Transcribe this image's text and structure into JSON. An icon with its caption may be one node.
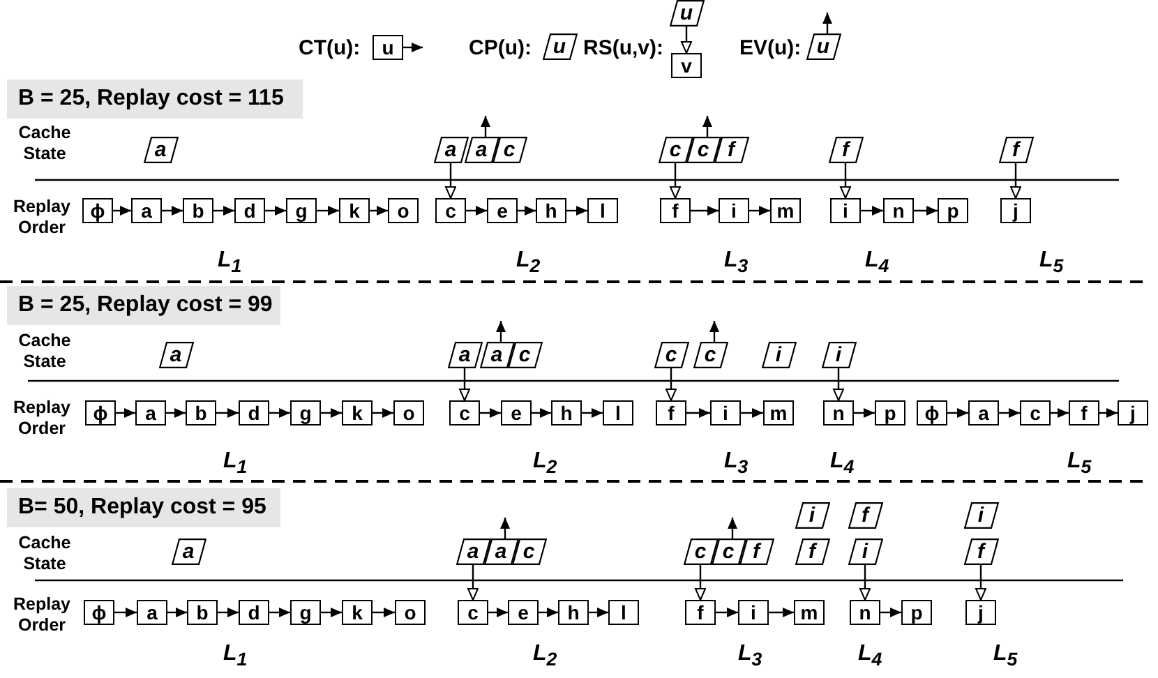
{
  "diagram": {
    "nodes": [
      {
        "text": [
          "u"
        ]
      },
      {
        "text": [
          "u"
        ]
      },
      {
        "text": [
          "u"
        ]
      },
      {
        "text": [
          "v"
        ]
      },
      {
        "text": [
          "u"
        ]
      },
      {
        "text": [
          "B = 25, Replay cost = 115"
        ]
      },
      {
        "text": [
          "a"
        ]
      },
      {
        "text": [
          "a"
        ]
      },
      {
        "text": [
          "a"
        ]
      },
      {
        "text": [
          "c"
        ]
      },
      {
        "text": [
          "c"
        ]
      },
      {
        "text": [
          "c"
        ]
      },
      {
        "text": [
          "f"
        ]
      },
      {
        "text": [
          "f"
        ]
      },
      {
        "text": [
          "f"
        ]
      },
      {
        "text": [
          "ϕ"
        ]
      },
      {
        "text": [
          "a"
        ]
      },
      {
        "text": [
          "b"
        ]
      },
      {
        "text": [
          "d"
        ]
      },
      {
        "text": [
          "g"
        ]
      },
      {
        "text": [
          "k"
        ]
      },
      {
        "text": [
          "o"
        ]
      },
      {
        "text": [
          "c"
        ]
      },
      {
        "text": [
          "e"
        ]
      },
      {
        "text": [
          "h"
        ]
      },
      {
        "text": [
          "l"
        ]
      },
      {
        "text": [
          "f"
        ]
      },
      {
        "text": [
          "i"
        ]
      },
      {
        "text": [
          "m"
        ]
      },
      {
        "text": [
          "i"
        ]
      },
      {
        "text": [
          "n"
        ]
      },
      {
        "text": [
          "p"
        ]
      },
      {
        "text": [
          "j"
        ]
      },
      {
        "text": [
          "B = 25, Replay cost = 99"
        ]
      },
      {
        "text": [
          "a"
        ]
      },
      {
        "text": [
          "a"
        ]
      },
      {
        "text": [
          "a"
        ]
      },
      {
        "text": [
          "c"
        ]
      },
      {
        "text": [
          "c"
        ]
      },
      {
        "text": [
          "c"
        ]
      },
      {
        "text": [
          "i"
        ]
      },
      {
        "text": [
          "i"
        ]
      },
      {
        "text": [
          "ϕ"
        ]
      },
      {
        "text": [
          "a"
        ]
      },
      {
        "text": [
          "b"
        ]
      },
      {
        "text": [
          "d"
        ]
      },
      {
        "text": [
          "g"
        ]
      },
      {
        "text": [
          "k"
        ]
      },
      {
        "text": [
          "o"
        ]
      },
      {
        "text": [
          "c"
        ]
      },
      {
        "text": [
          "e"
        ]
      },
      {
        "text": [
          "h"
        ]
      },
      {
        "text": [
          "l"
        ]
      },
      {
        "text": [
          "f"
        ]
      },
      {
        "text": [
          "i"
        ]
      },
      {
        "text": [
          "m"
        ]
      },
      {
        "text": [
          "n"
        ]
      },
      {
        "text": [
          "p"
        ]
      },
      {
        "text": [
          "ϕ"
        ]
      },
      {
        "text": [
          "a"
        ]
      },
      {
        "text": [
          "c"
        ]
      },
      {
        "text": [
          "f"
        ]
      },
      {
        "text": [
          "j"
        ]
      },
      {
        "text": [
          "B= 50, Replay cost = 95"
        ]
      },
      {
        "text": [
          "i"
        ]
      },
      {
        "text": [
          "f"
        ]
      },
      {
        "text": [
          "i"
        ]
      },
      {
        "text": [
          "a"
        ]
      },
      {
        "text": [
          "a"
        ]
      },
      {
        "text": [
          "a"
        ]
      },
      {
        "text": [
          "c"
        ]
      },
      {
        "text": [
          "c"
        ]
      },
      {
        "text": [
          "c"
        ]
      },
      {
        "text": [
          "f"
        ]
      },
      {
        "text": [
          "f"
        ]
      },
      {
        "text": [
          "i"
        ]
      },
      {
        "text": [
          "f"
        ]
      },
      {
        "text": [
          "ϕ"
        ]
      },
      {
        "text": [
          "a"
        ]
      },
      {
        "text": [
          "b"
        ]
      },
      {
        "text": [
          "d"
        ]
      },
      {
        "text": [
          "g"
        ]
      },
      {
        "text": [
          "k"
        ]
      },
      {
        "text": [
          "o"
        ]
      },
      {
        "text": [
          "c"
        ]
      },
      {
        "text": [
          "e"
        ]
      },
      {
        "text": [
          "h"
        ]
      },
      {
        "text": [
          "l"
        ]
      },
      {
        "text": [
          "f"
        ]
      },
      {
        "text": [
          "i"
        ]
      },
      {
        "text": [
          "m"
        ]
      },
      {
        "text": [
          "n"
        ]
      },
      {
        "text": [
          "p"
        ]
      },
      {
        "text": [
          "j"
        ]
      }
    ],
    "edges": [
      {
        "from": 0,
        "to": null,
        "arrow": "to"
      },
      {
        "from": 2,
        "to": 3,
        "arrow": "to"
      },
      {
        "from": 4,
        "to": null,
        "arrow": "to"
      },
      {
        "from": 15,
        "to": 16,
        "arrow": "to"
      },
      {
        "from": 16,
        "to": 17,
        "arrow": "to"
      },
      {
        "from": 17,
        "to": 18,
        "arrow": "to"
      },
      {
        "from": 18,
        "to": 19,
        "arrow": "to"
      },
      {
        "from": 19,
        "to": 20,
        "arrow": "to"
      },
      {
        "from": 20,
        "to": 21,
        "arrow": "to"
      },
      {
        "from": 22,
        "to": 23,
        "arrow": "to"
      },
      {
        "from": 23,
        "to": 24,
        "arrow": "to"
      },
      {
        "from": 24,
        "to": 25,
        "arrow": "to"
      },
      {
        "from": 26,
        "to": 27,
        "arrow": "to"
      },
      {
        "from": 27,
        "to": 28,
        "arrow": "to"
      },
      {
        "from": 29,
        "to": 30,
        "arrow": "to"
      },
      {
        "from": 30,
        "to": 31,
        "arrow": "to"
      },
      {
        "from": 7,
        "to": 22,
        "arrow": "to"
      },
      {
        "from": 8,
        "to": null,
        "arrow": "to"
      },
      {
        "from": 10,
        "to": 26,
        "arrow": "to"
      },
      {
        "from": 11,
        "to": null,
        "arrow": "to"
      },
      {
        "from": 13,
        "to": 29,
        "arrow": "to"
      },
      {
        "from": 14,
        "to": 32,
        "arrow": "to"
      },
      {
        "from": 42,
        "to": 43,
        "arrow": "to"
      },
      {
        "from": 43,
        "to": 44,
        "arrow": "to"
      },
      {
        "from": 44,
        "to": 45,
        "arrow": "to"
      },
      {
        "from": 45,
        "to": 46,
        "arrow": "to"
      },
      {
        "from": 46,
        "to": 47,
        "arrow": "to"
      },
      {
        "from": 47,
        "to": 48,
        "arrow": "to"
      },
      {
        "from": 49,
        "to": 50,
        "arrow": "to"
      },
      {
        "from": 50,
        "to": 51,
        "arrow": "to"
      },
      {
        "from": 51,
        "to": 52,
        "arrow": "to"
      },
      {
        "from": 53,
        "to": 54,
        "arrow": "to"
      },
      {
        "from": 54,
        "to": 55,
        "arrow": "to"
      },
      {
        "from": 56,
        "to": 57,
        "arrow": "to"
      },
      {
        "from": 58,
        "to": 59,
        "arrow": "to"
      },
      {
        "from": 59,
        "to": 60,
        "arrow": "to"
      },
      {
        "from": 60,
        "to": 61,
        "arrow": "to"
      },
      {
        "from": 61,
        "to": 62,
        "arrow": "to"
      },
      {
        "from": 35,
        "to": 49,
        "arrow": "to"
      },
      {
        "from": 36,
        "to": null,
        "arrow": "to"
      },
      {
        "from": 38,
        "to": 53,
        "arrow": "to"
      },
      {
        "from": 39,
        "to": null,
        "arrow": "to"
      },
      {
        "from": 41,
        "to": 56,
        "arrow": "to"
      },
      {
        "from": 77,
        "to": 78,
        "arrow": "to"
      },
      {
        "from": 78,
        "to": 79,
        "arrow": "to"
      },
      {
        "from": 79,
        "to": 80,
        "arrow": "to"
      },
      {
        "from": 80,
        "to": 81,
        "arrow": "to"
      },
      {
        "from": 81,
        "to": 82,
        "arrow": "to"
      },
      {
        "from": 82,
        "to": 83,
        "arrow": "to"
      },
      {
        "from": 84,
        "to": 85,
        "arrow": "to"
      },
      {
        "from": 85,
        "to": 86,
        "arrow": "to"
      },
      {
        "from": 86,
        "to": 87,
        "arrow": "to"
      },
      {
        "from": 88,
        "to": 89,
        "arrow": "to"
      },
      {
        "from": 89,
        "to": 90,
        "arrow": "to"
      },
      {
        "from": 91,
        "to": 92,
        "arrow": "to"
      },
      {
        "from": 68,
        "to": 84,
        "arrow": "to"
      },
      {
        "from": 69,
        "to": null,
        "arrow": "to"
      },
      {
        "from": 71,
        "to": 88,
        "arrow": "to"
      },
      {
        "from": 72,
        "to": null,
        "arrow": "to"
      },
      {
        "from": 75,
        "to": 91,
        "arrow": "to"
      },
      {
        "from": 76,
        "to": 93,
        "arrow": "to"
      }
    ],
    "labels": [
      "CT(u):",
      "CP(u):",
      "RS(u,v):",
      "EV(u):",
      "Cache State",
      "Replay Order",
      "L$_{1}$",
      "L$_{2}$",
      "L$_{3}$",
      "L$_{4}$",
      "L$_{5}$",
      "Cache State",
      "Replay Order",
      "L$_{1}$",
      "L$_{2}$",
      "L$_{3}$",
      "L$_{4}$",
      "L$_{5}$",
      "Cache State",
      "Replay Order",
      "L$_{1}$",
      "L$_{2}$",
      "L$_{3}$",
      "L$_{4}$",
      "L$_{5}$"
    ]
  }
}
